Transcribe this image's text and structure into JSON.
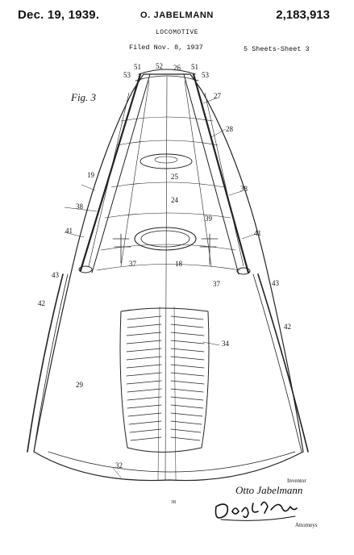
{
  "header": {
    "date": "Dec. 19, 1939.",
    "inventor_name": "O. JABELMANN",
    "patent_number": "2,183,913",
    "title": "LOCOMOTIVE",
    "filed": "Filed Nov. 8, 1937",
    "sheets": "5 Sheets-Sheet 3"
  },
  "figure": {
    "label": "Fig. 3",
    "ref_numerals": {
      "r51a": "51",
      "r52": "52",
      "r26": "26",
      "r51b": "51",
      "r53a": "53",
      "r53b": "53",
      "r27": "27",
      "r28": "28",
      "r25": "25",
      "r19": "19",
      "r38a": "38",
      "r38b": "38",
      "r24": "24",
      "r39": "39",
      "r41a": "41",
      "r41b": "41",
      "r37a": "37",
      "r37b": "37",
      "r18": "18",
      "r43a": "43",
      "r43b": "43",
      "r42a": "42",
      "r42b": "42",
      "r34": "34",
      "r29": "29",
      "r32": "32"
    }
  },
  "footer": {
    "inventor_label": "Inventor",
    "inventor_signature": "Otto Jabelmann",
    "sheet_mark": "38",
    "attorneys_label": "Attorneys"
  }
}
